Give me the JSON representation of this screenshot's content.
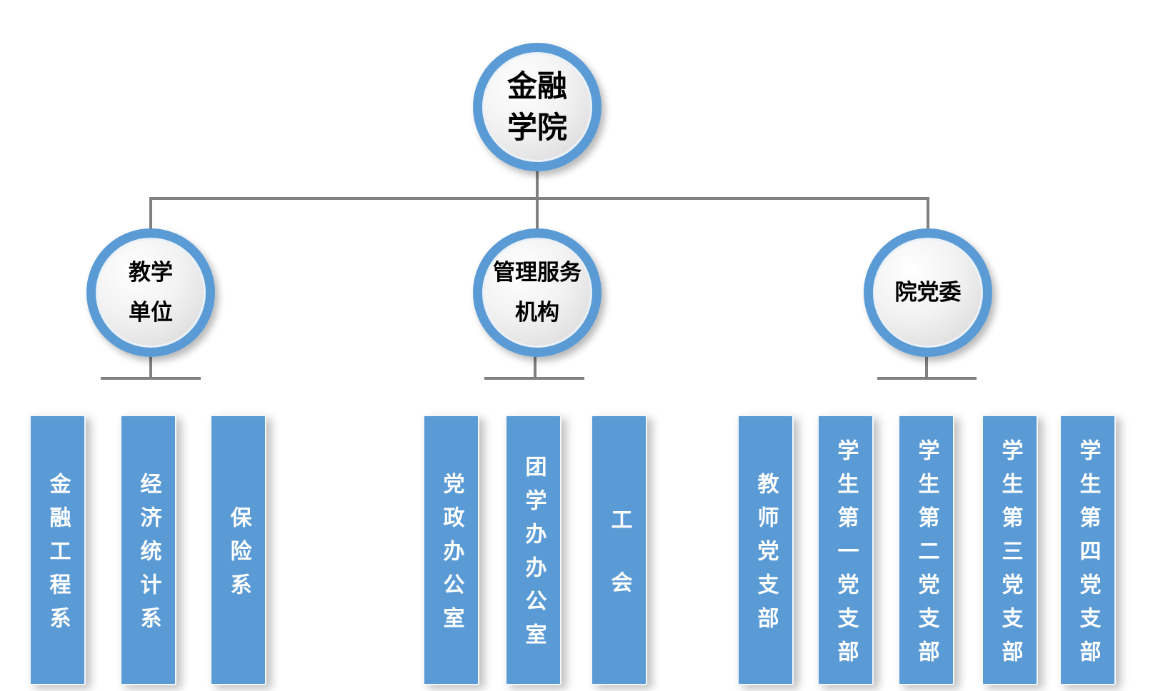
{
  "root": {
    "lines": [
      "金融",
      "学院"
    ]
  },
  "branches": [
    {
      "lines": [
        "教学",
        "单位"
      ],
      "items": [
        "金融工程系",
        "经济统计系",
        "保险系"
      ]
    },
    {
      "lines": [
        "管理服务",
        "机构"
      ],
      "items": [
        "党政办公室",
        "团学办办公室",
        "工会"
      ]
    },
    {
      "lines": [
        "院党委"
      ],
      "items": [
        "教师党支部",
        "学生第一党支部",
        "学生第二党支部",
        "学生第三党支部",
        "学生第四党支部"
      ]
    }
  ],
  "colors": {
    "accent": "#5b9bd5",
    "connector": "#808080",
    "box_text": "#ffffff"
  }
}
